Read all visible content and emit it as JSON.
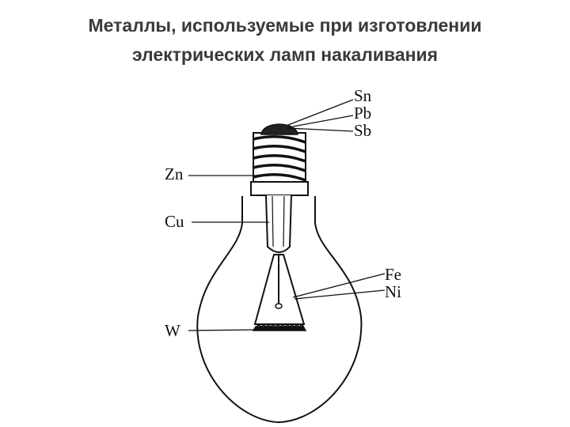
{
  "title": {
    "line1": "Металлы, используемые при изготовлении",
    "line2": "электрических ламп накаливания"
  },
  "labels": {
    "sn": "Sn",
    "pb": "Pb",
    "sb": "Sb",
    "zn": "Zn",
    "cu": "Cu",
    "fe": "Fe",
    "ni": "Ni",
    "w": "W"
  }
}
